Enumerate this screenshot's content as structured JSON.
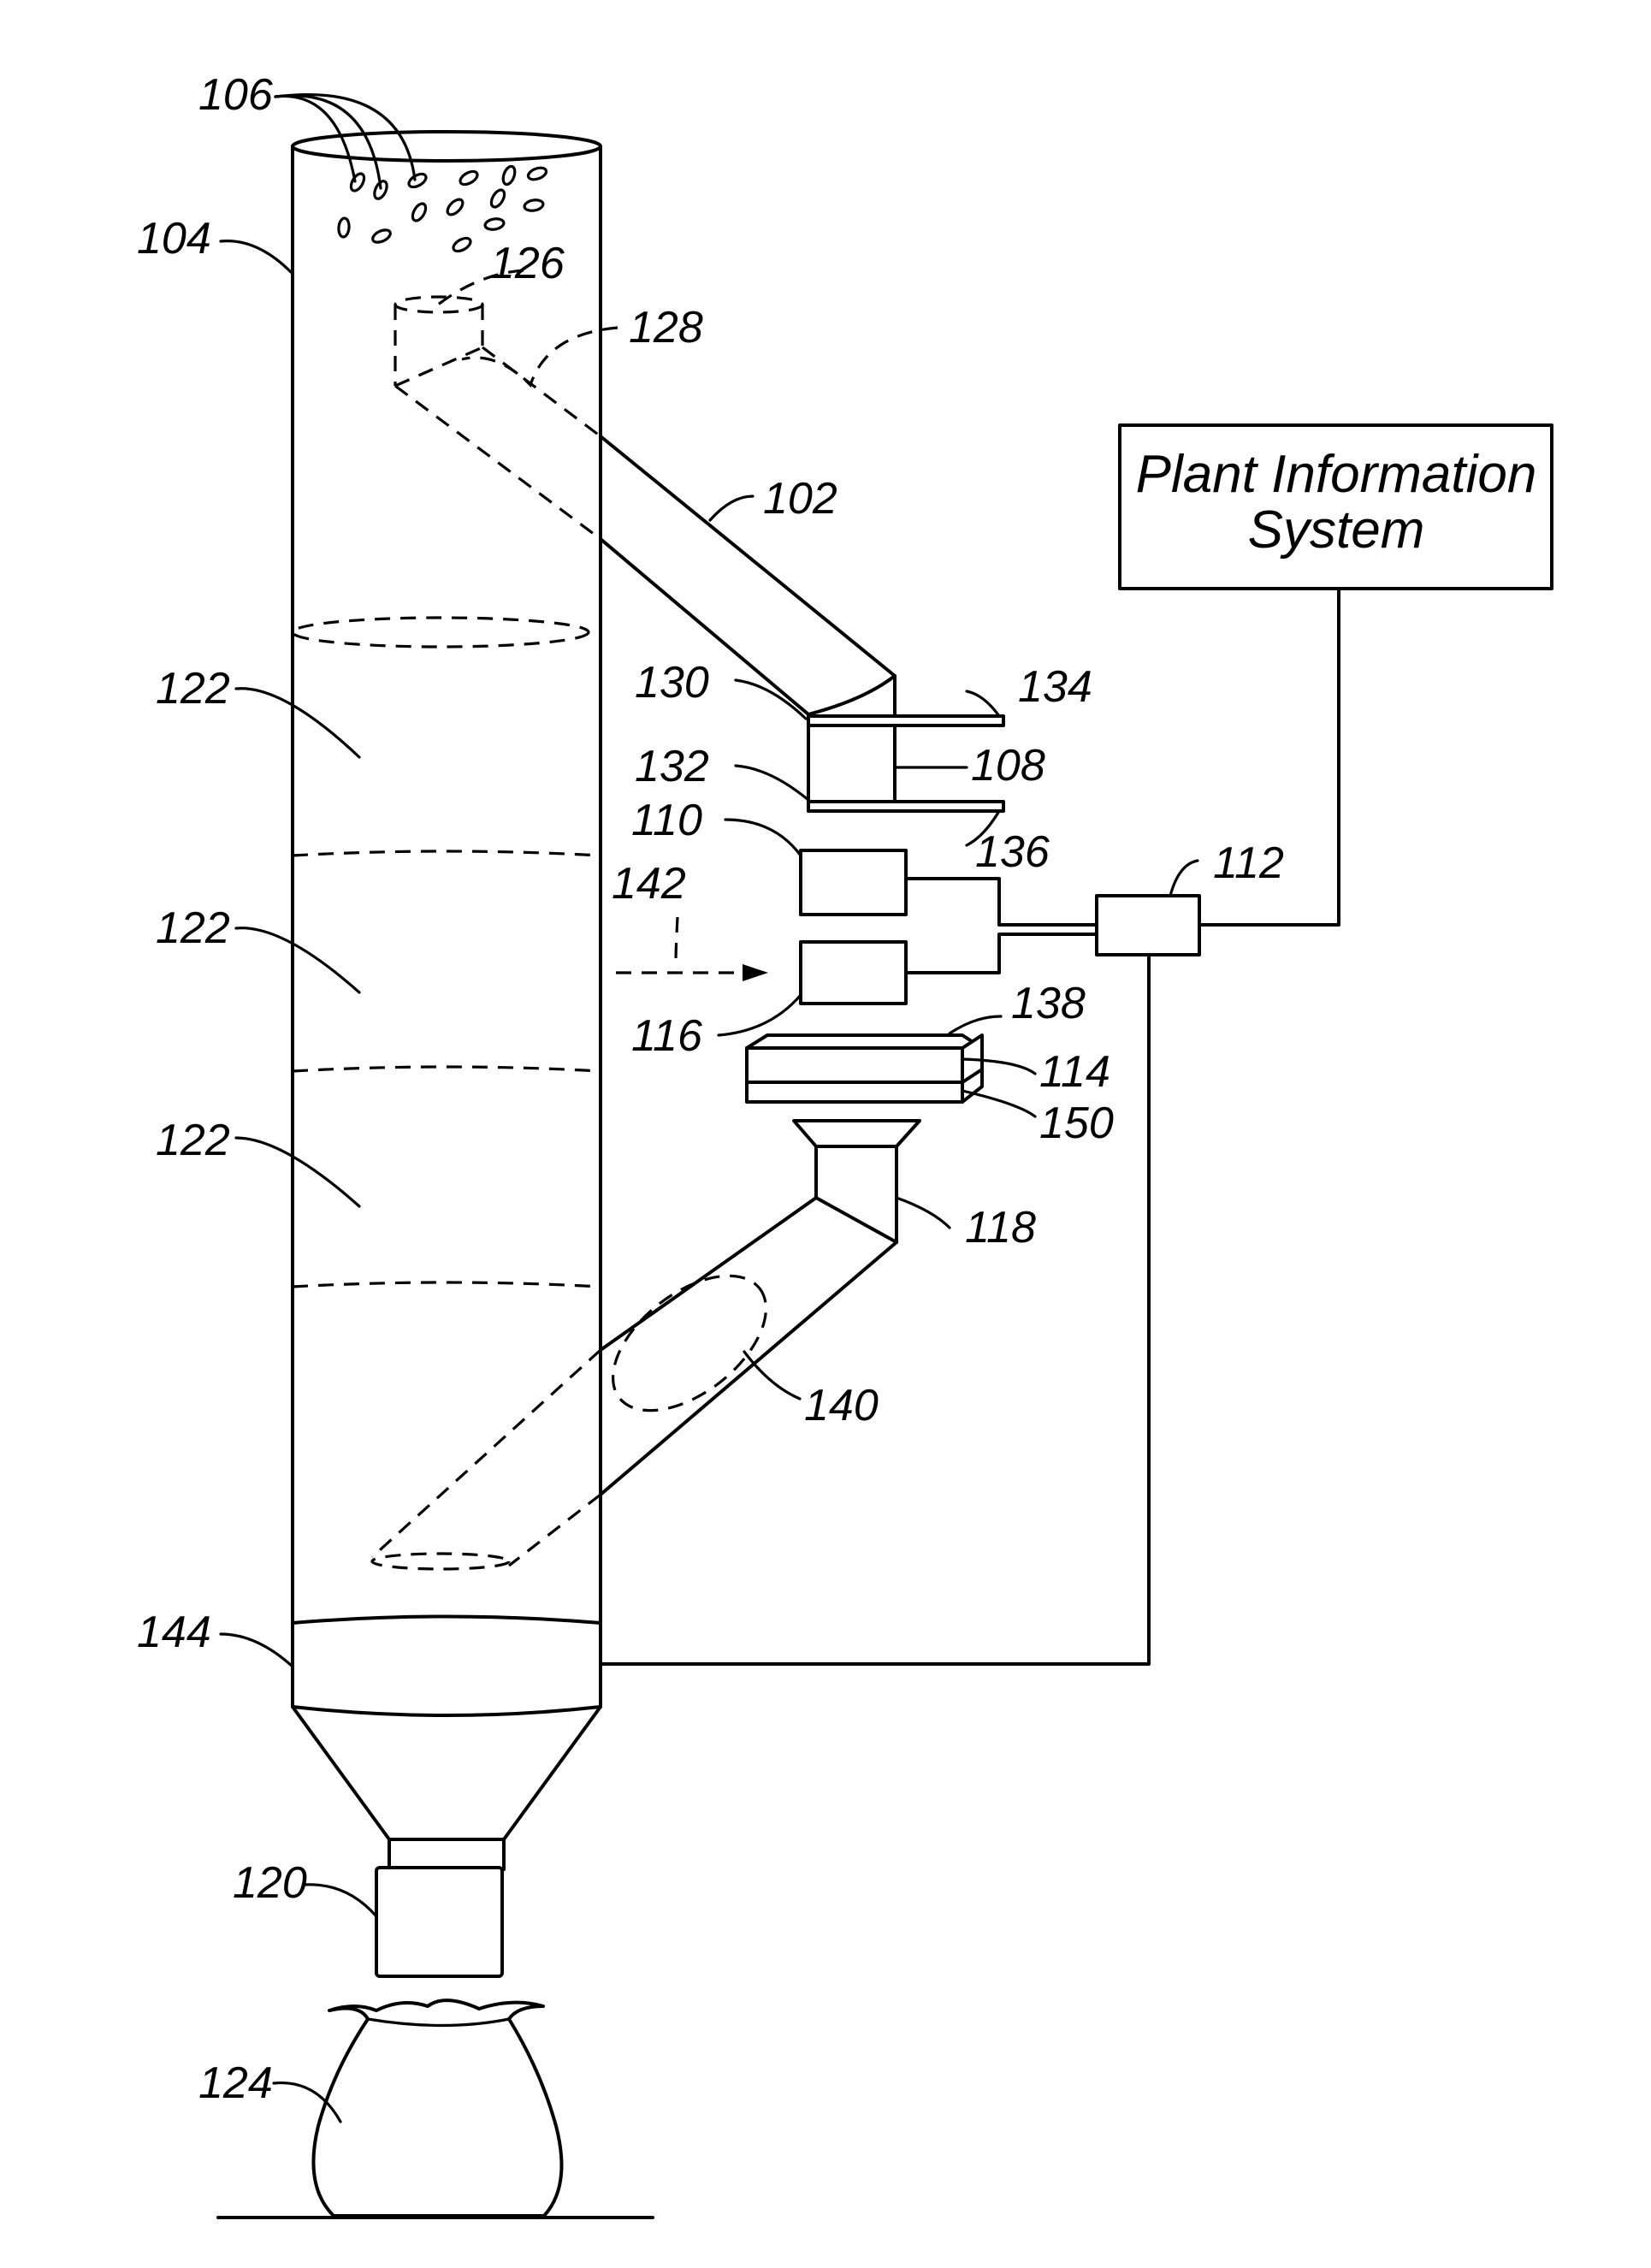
{
  "plant_information_system": {
    "line1": "Plant Information",
    "line2": "System"
  },
  "labels": {
    "l106": "106",
    "l104": "104",
    "l126": "126",
    "l128": "128",
    "l102": "102",
    "l130": "130",
    "l134": "134",
    "l132": "132",
    "l108": "108",
    "l110": "110",
    "l136": "136",
    "l112": "112",
    "l142": "142",
    "l116": "116",
    "l138": "138",
    "l114": "114",
    "l150": "150",
    "l118": "118",
    "l140": "140",
    "l122a": "122",
    "l122b": "122",
    "l122c": "122",
    "l144": "144",
    "l120": "120",
    "l124": "124"
  }
}
